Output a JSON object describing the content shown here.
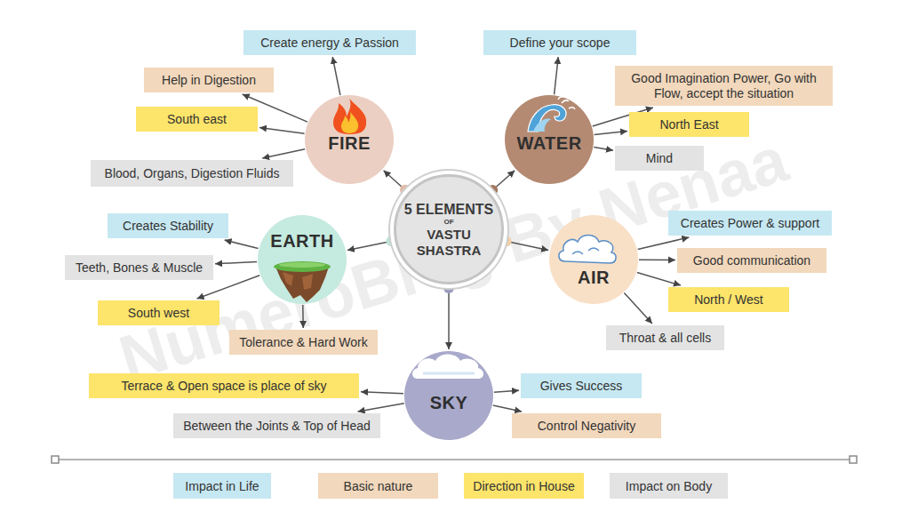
{
  "diagram": {
    "nodes": [
      {
        "text": [
          "5 ELEMENTS",
          "OF",
          "VASTU SHASTRA"
        ]
      },
      {
        "text": [
          "FIRE"
        ]
      },
      {
        "text": [
          "Create energy & Passion"
        ]
      },
      {
        "text": [
          "Help in Digestion"
        ]
      },
      {
        "text": [
          "South east"
        ]
      },
      {
        "text": [
          "Blood, Organs, Digestion Fluids"
        ]
      },
      {
        "text": [
          "WATER"
        ]
      },
      {
        "text": [
          "Define your scope"
        ]
      },
      {
        "text": [
          "Good Imagination Power, Go with Flow, accept the situation"
        ]
      },
      {
        "text": [
          "North East"
        ]
      },
      {
        "text": [
          "Mind"
        ]
      },
      {
        "text": [
          "EARTH"
        ]
      },
      {
        "text": [
          "Creates Stability"
        ]
      },
      {
        "text": [
          "Teeth, Bones & Muscle"
        ]
      },
      {
        "text": [
          "South west"
        ]
      },
      {
        "text": [
          "Tolerance & Hard Work"
        ]
      },
      {
        "text": [
          "AIR"
        ]
      },
      {
        "text": [
          "Creates Power & support"
        ]
      },
      {
        "text": [
          "Good communication"
        ]
      },
      {
        "text": [
          "North / West"
        ]
      },
      {
        "text": [
          "Throat & all cells"
        ]
      },
      {
        "text": [
          "SKY"
        ]
      },
      {
        "text": [
          "Terrace & Open space is place of sky"
        ]
      },
      {
        "text": [
          "Gives Success"
        ]
      },
      {
        "text": [
          "Between the Joints & Top of Head"
        ]
      },
      {
        "text": [
          "Control Negativity"
        ]
      }
    ],
    "edges": [
      {
        "from": 0,
        "to": 1,
        "arrow": "to"
      },
      {
        "from": 0,
        "to": 6,
        "arrow": "to"
      },
      {
        "from": 0,
        "to": 11,
        "arrow": "to"
      },
      {
        "from": 0,
        "to": 16,
        "arrow": "to"
      },
      {
        "from": 0,
        "to": 21,
        "arrow": "to"
      },
      {
        "from": 1,
        "to": 2,
        "arrow": "to"
      },
      {
        "from": 1,
        "to": 3,
        "arrow": "to"
      },
      {
        "from": 1,
        "to": 4,
        "arrow": "to"
      },
      {
        "from": 1,
        "to": 5,
        "arrow": "to"
      },
      {
        "from": 6,
        "to": 7,
        "arrow": "to"
      },
      {
        "from": 6,
        "to": 8,
        "arrow": "to"
      },
      {
        "from": 6,
        "to": 9,
        "arrow": "to"
      },
      {
        "from": 6,
        "to": 10,
        "arrow": "to"
      },
      {
        "from": 11,
        "to": 12,
        "arrow": "to"
      },
      {
        "from": 11,
        "to": 13,
        "arrow": "to"
      },
      {
        "from": 11,
        "to": 14,
        "arrow": "to"
      },
      {
        "from": 11,
        "to": 15,
        "arrow": "to"
      },
      {
        "from": 16,
        "to": 17,
        "arrow": "to"
      },
      {
        "from": 16,
        "to": 18,
        "arrow": "to"
      },
      {
        "from": 16,
        "to": 19,
        "arrow": "to"
      },
      {
        "from": 16,
        "to": 20,
        "arrow": "to"
      },
      {
        "from": 21,
        "to": 22,
        "arrow": "to"
      },
      {
        "from": 21,
        "to": 23,
        "arrow": "to"
      },
      {
        "from": 21,
        "to": 24,
        "arrow": "to"
      },
      {
        "from": 21,
        "to": 25,
        "arrow": "to"
      }
    ],
    "labels": [
      "NumeroBlog By Nenaa"
    ],
    "legend": [
      {
        "text": "Impact in Life",
        "color": "#c6e8f2"
      },
      {
        "text": "Basic nature",
        "color": "#f2d8bc"
      },
      {
        "text": "Direction in House",
        "color": "#fde46a"
      },
      {
        "text": "Impact on Body",
        "color": "#e3e3e3"
      }
    ]
  }
}
